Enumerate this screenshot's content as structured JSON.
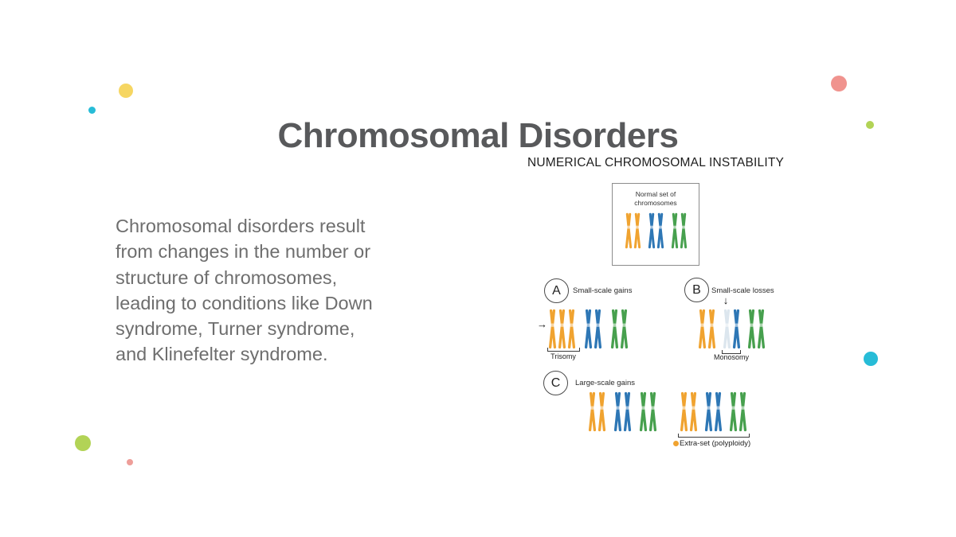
{
  "palette": {
    "orange": "#F0A330",
    "blue": "#2E77B5",
    "green": "#47A04E",
    "ghost": "#DCE6EE",
    "title_color": "#58595B",
    "body_color": "#6E6E6E",
    "dot_yellow": "#F6D662",
    "dot_cyan": "#27BCD7",
    "dot_salmon": "#F0938E",
    "dot_lime": "#B2D356",
    "dot_pink": "#EE9E99"
  },
  "title": "Chromosomal Disorders",
  "body": {
    "lines": [
      "Chromosomal disorders result",
      "from changes in the number or",
      "structure of chromosomes,",
      "leading to conditions like Down",
      "syndrome, Turner syndrome,",
      "and Klinefelter syndrome."
    ]
  },
  "diagram": {
    "heading": "NUMERICAL CHROMOSOMAL INSTABILITY",
    "normal_box": {
      "label_lines": [
        "Normal set of",
        "chromosomes"
      ],
      "chromosomes": [
        [
          "orange",
          "orange"
        ],
        [
          "blue",
          "blue"
        ],
        [
          "green",
          "green"
        ]
      ]
    },
    "section_a": {
      "letter": "A",
      "caption": "Small-scale gains",
      "arrow": "→",
      "chromosomes": [
        [
          "orange",
          "orange",
          "orange"
        ],
        [
          "blue",
          "blue"
        ],
        [
          "green",
          "green"
        ]
      ],
      "bracket_label": "Trisomy"
    },
    "section_b": {
      "letter": "B",
      "caption": "Small-scale losses",
      "arrow": "↓",
      "chromosomes": [
        [
          "orange",
          "orange"
        ],
        [
          "ghost",
          "blue"
        ],
        [
          "green",
          "green"
        ]
      ],
      "bracket_label": "Monosomy"
    },
    "section_c": {
      "letter": "C",
      "caption": "Large-scale gains",
      "set1": [
        [
          "orange",
          "orange"
        ],
        [
          "blue",
          "blue"
        ],
        [
          "green",
          "green"
        ]
      ],
      "set2": [
        [
          "orange",
          "orange"
        ],
        [
          "blue",
          "blue"
        ],
        [
          "green",
          "green"
        ]
      ],
      "bracket_label": "Extra-set (polyploidy)"
    }
  }
}
